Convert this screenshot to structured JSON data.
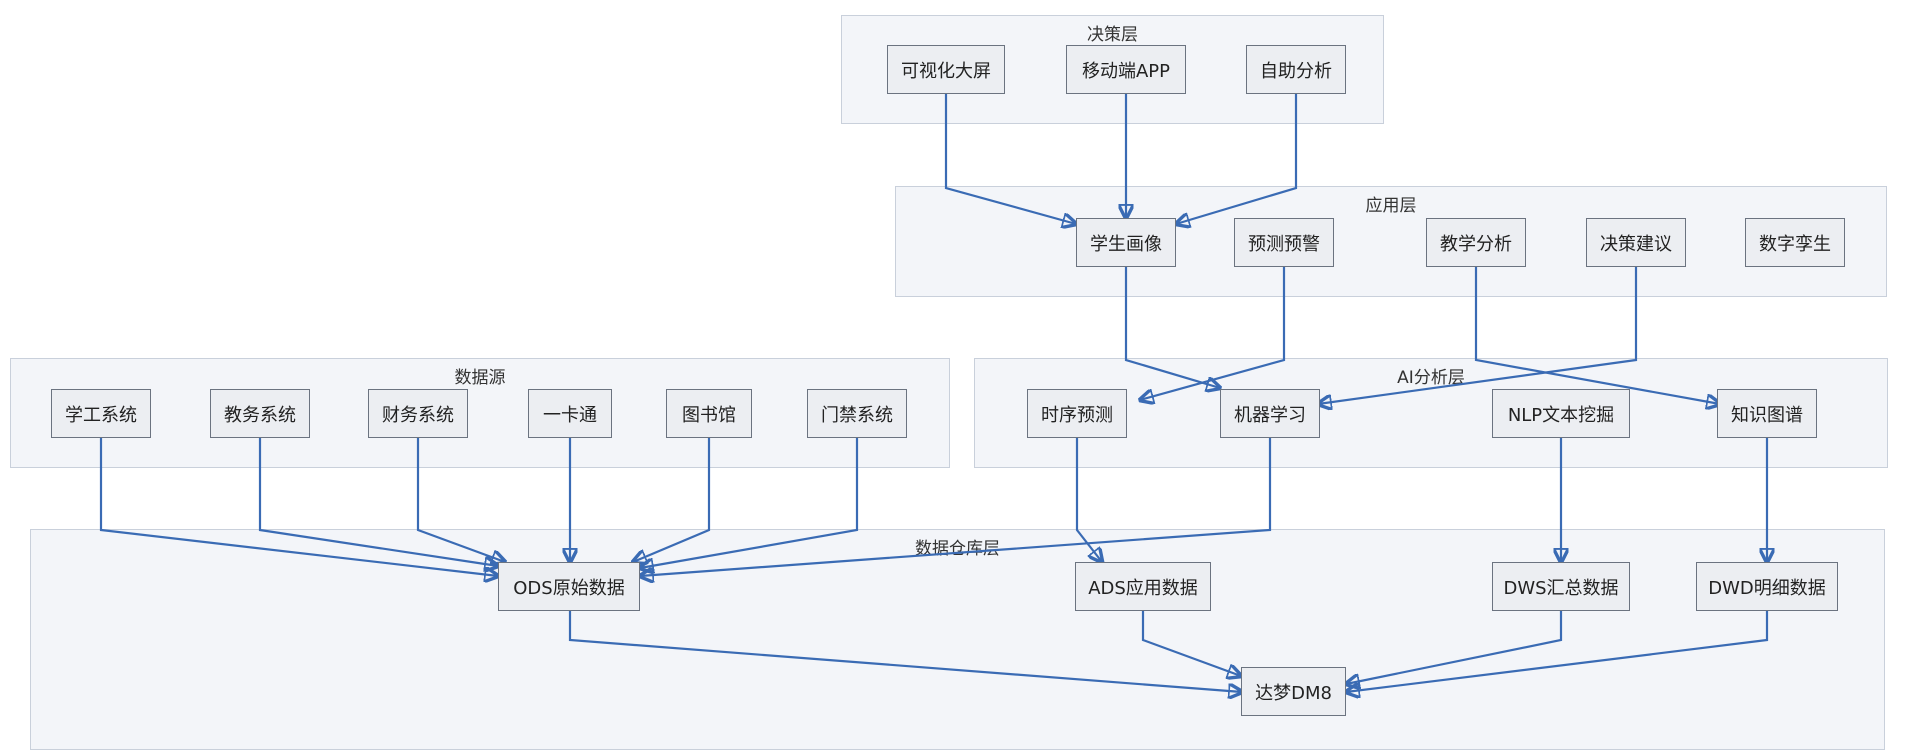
{
  "layers": {
    "decision": "决策层",
    "application": "应用层",
    "ai": "AI分析层",
    "source": "数据源",
    "warehouse": "数据仓库层"
  },
  "nodes": {
    "dashboard": "可视化大屏",
    "mobile": "移动端APP",
    "self_service": "自助分析",
    "student_profile": "学生画像",
    "forecast_warning": "预测预警",
    "teaching_analysis": "教学分析",
    "decision_advice": "决策建议",
    "digital_twin": "数字孪生",
    "time_series": "时序预测",
    "ml": "机器学习",
    "nlp": "NLP文本挖掘",
    "knowledge_graph": "知识图谱",
    "student_affairs": "学工系统",
    "academic_affairs": "教务系统",
    "finance": "财务系统",
    "campus_card": "一卡通",
    "library": "图书馆",
    "access_control": "门禁系统",
    "ods": "ODS原始数据",
    "ads": "ADS应用数据",
    "dws": "DWS汇总数据",
    "dwd": "DWD明细数据",
    "dm8": "达梦DM8"
  },
  "colors": {
    "edge": "#3a6bb4",
    "layer_bg": "#f3f5f9",
    "node_bg": "#eceef2"
  }
}
